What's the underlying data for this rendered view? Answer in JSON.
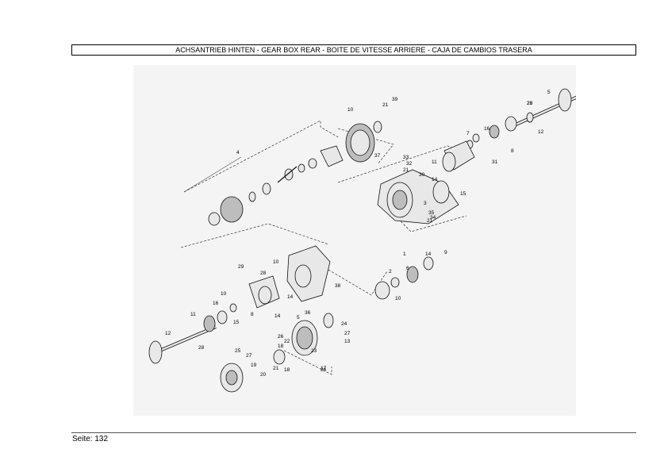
{
  "header": {
    "title": "ACHSANTRIEB HINTEN - GEAR BOX REAR - BOITE DE VITESSE ARRIERE - CAJA DE CAMBIOS TRASERA"
  },
  "diagram": {
    "callouts": [
      "39",
      "21",
      "10",
      "28",
      "5",
      "37",
      "4",
      "33",
      "7",
      "16",
      "12",
      "28",
      "8",
      "11",
      "32",
      "21",
      "30",
      "14",
      "31",
      "15",
      "3",
      "35",
      "34",
      "21",
      "1",
      "10",
      "29",
      "28",
      "6",
      "14",
      "9",
      "10",
      "14",
      "38",
      "2",
      "10",
      "16",
      "8",
      "15",
      "11",
      "28",
      "12",
      "5",
      "14",
      "36",
      "26",
      "24",
      "27",
      "13",
      "23",
      "22",
      "25",
      "27",
      "18",
      "21",
      "18",
      "20",
      "26",
      "19",
      "17"
    ]
  },
  "footer": {
    "page_label": "Seite: 132"
  }
}
